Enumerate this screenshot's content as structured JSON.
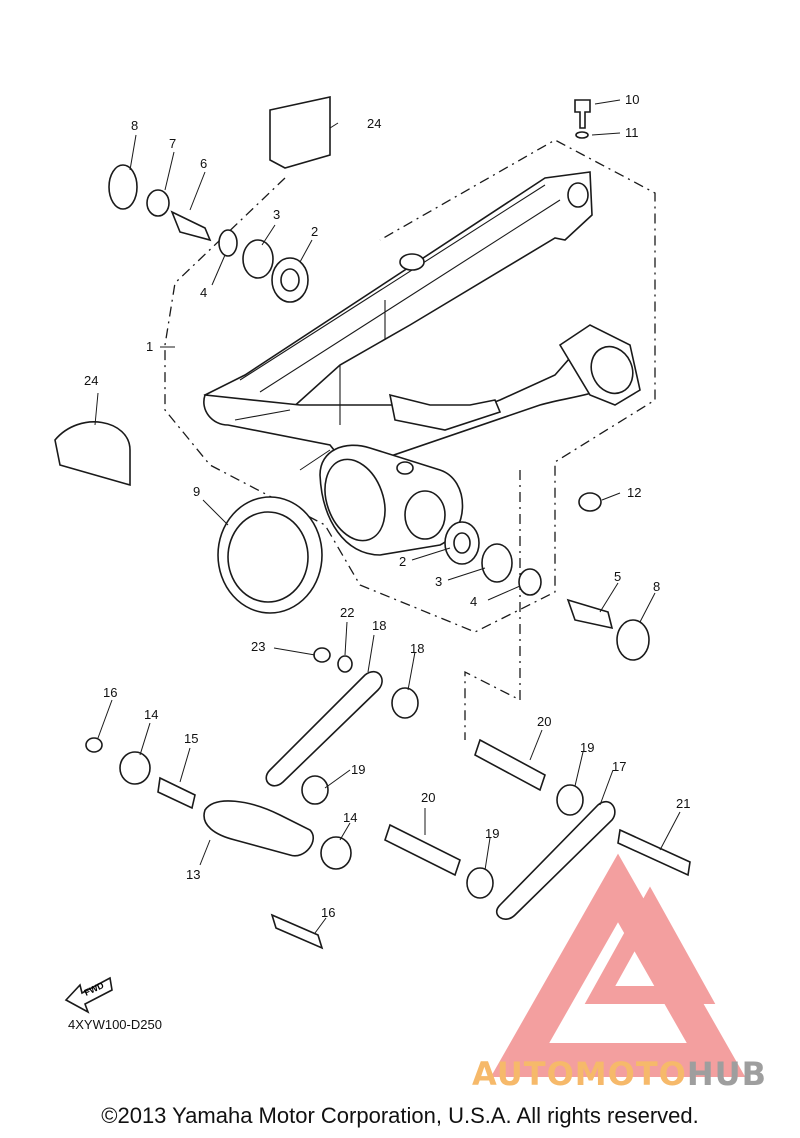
{
  "diagram": {
    "drawing_code": "4XYW100-D250",
    "copyright": "©2013 Yamaha Motor Corporation, U.S.A. All rights reserved.",
    "fwd_label": "FWD",
    "watermark": {
      "text_orange": "AUTOMOTO",
      "text_gray": "HUB",
      "color_triangle": "#f08080",
      "color_orange": "#f6b96a",
      "color_gray": "#9e9e9e"
    },
    "callouts": [
      {
        "id": "c1",
        "label": "1"
      },
      {
        "id": "c2a",
        "label": "2"
      },
      {
        "id": "c2b",
        "label": "2"
      },
      {
        "id": "c3a",
        "label": "3"
      },
      {
        "id": "c3b",
        "label": "3"
      },
      {
        "id": "c4a",
        "label": "4"
      },
      {
        "id": "c4b",
        "label": "4"
      },
      {
        "id": "c5",
        "label": "5"
      },
      {
        "id": "c6",
        "label": "6"
      },
      {
        "id": "c7",
        "label": "7"
      },
      {
        "id": "c8a",
        "label": "8"
      },
      {
        "id": "c8b",
        "label": "8"
      },
      {
        "id": "c9",
        "label": "9"
      },
      {
        "id": "c10",
        "label": "10"
      },
      {
        "id": "c11",
        "label": "11"
      },
      {
        "id": "c12",
        "label": "12"
      },
      {
        "id": "c13",
        "label": "13"
      },
      {
        "id": "c14a",
        "label": "14"
      },
      {
        "id": "c14b",
        "label": "14"
      },
      {
        "id": "c15",
        "label": "15"
      },
      {
        "id": "c16",
        "label": "16"
      },
      {
        "id": "c17",
        "label": "17"
      },
      {
        "id": "c18a",
        "label": "18"
      },
      {
        "id": "c18b",
        "label": "18"
      },
      {
        "id": "c19a",
        "label": "19"
      },
      {
        "id": "c19b",
        "label": "19"
      },
      {
        "id": "c19c",
        "label": "19"
      },
      {
        "id": "c19d",
        "label": "19"
      },
      {
        "id": "c20a",
        "label": "20"
      },
      {
        "id": "c20b",
        "label": "20"
      },
      {
        "id": "c21",
        "label": "21"
      },
      {
        "id": "c22",
        "label": "22"
      },
      {
        "id": "c23",
        "label": "23"
      },
      {
        "id": "c24a",
        "label": "24"
      },
      {
        "id": "c24b",
        "label": "24"
      }
    ]
  }
}
